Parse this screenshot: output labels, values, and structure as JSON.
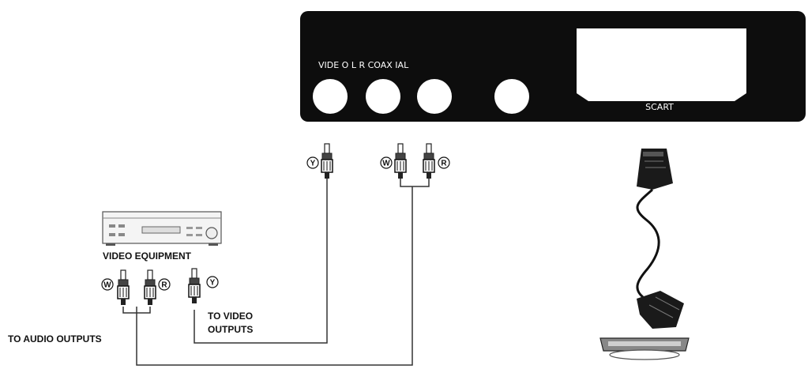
{
  "panel": {
    "port_label": "VIDE O L R COAX IAL",
    "scart_label": "SCART"
  },
  "plugs": {
    "yellow": "Y",
    "white": "W",
    "red": "R"
  },
  "captions": {
    "video_equipment": "VIDEO EQUIPMENT",
    "to_video_line1": "TO VIDEO",
    "to_video_line2": "OUTPUTS",
    "to_audio": "TO AUDIO OUTPUTS"
  },
  "colors": {
    "panel": "#0d0d0d",
    "line": "#333333"
  }
}
